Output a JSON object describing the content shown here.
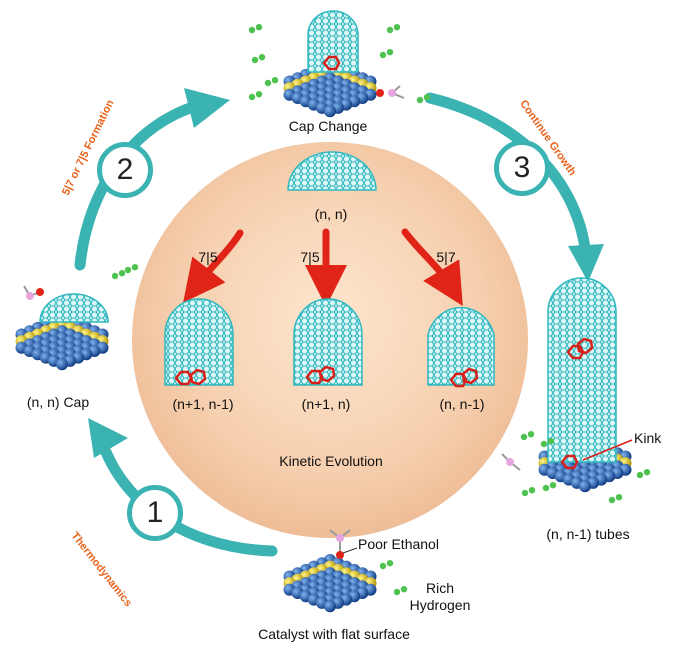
{
  "steps": [
    "1",
    "2",
    "3"
  ],
  "phases": {
    "thermodynamics": "Thermodynamics",
    "formation": "5|7 or 7|5 Formation",
    "continue_growth": "Continue Growth"
  },
  "labels": {
    "cap_change": "Cap Change",
    "nn_cap": "(n, n) Cap",
    "nn_tubes": "(n, n-1) tubes",
    "catalyst": "Catalyst with flat surface",
    "poor_ethanol": "Poor  Ethanol",
    "rich_hydrogen": "Rich\nHydrogen",
    "kink": "Kink",
    "kinetic_evolution": "Kinetic Evolution"
  },
  "center": {
    "top_cap": "(n, n)",
    "arrows": [
      "7|5",
      "7|5",
      "5|7"
    ],
    "caps": [
      "(n+1, n-1)",
      "(n+1, n)",
      "(n, n-1)"
    ]
  },
  "colors": {
    "tube": "#2fb8bf",
    "cycle_arrow": "#3bb3b2",
    "red_arrow": "#e02418",
    "defect": "#d8201a",
    "catalyst_blue": "#1f5fb0",
    "catalyst_yellow": "#ecd21a",
    "hydrogen": "#4ec24e",
    "phase_text": "#e8641c"
  }
}
